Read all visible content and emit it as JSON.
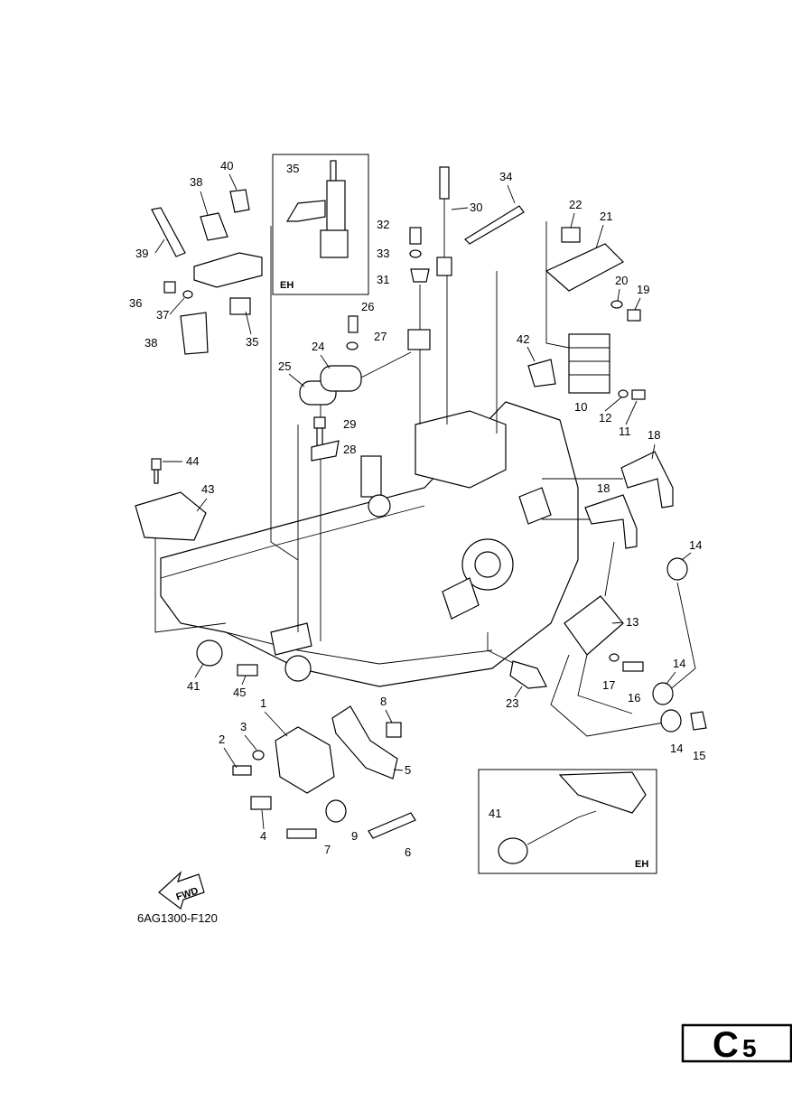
{
  "diagram_code": "6AG1300-F120",
  "page_badge": {
    "letter": "C",
    "number": "5"
  },
  "inset_label": "EH",
  "fwd_label": "FWD",
  "callouts": {
    "c1": "1",
    "c2": "2",
    "c3": "3",
    "c4": "4",
    "c5": "5",
    "c6": "6",
    "c7": "7",
    "c8": "8",
    "c9": "9",
    "c10": "10",
    "c11": "11",
    "c12": "12",
    "c13": "13",
    "c14a": "14",
    "c14b": "14",
    "c14c": "14",
    "c15": "15",
    "c16": "16",
    "c17": "17",
    "c18a": "18",
    "c18b": "18",
    "c19": "19",
    "c20": "20",
    "c21": "21",
    "c22": "22",
    "c23": "23",
    "c24": "24",
    "c25": "25",
    "c26": "26",
    "c27": "27",
    "c28": "28",
    "c29": "29",
    "c30": "30",
    "c31": "31",
    "c32": "32",
    "c33": "33",
    "c34": "34",
    "c35a": "35",
    "c35b": "35",
    "c36": "36",
    "c37": "37",
    "c38a": "38",
    "c38b": "38",
    "c39": "39",
    "c40": "40",
    "c41a": "41",
    "c41b": "41",
    "c42": "42",
    "c43": "43",
    "c44": "44",
    "c45": "45"
  }
}
